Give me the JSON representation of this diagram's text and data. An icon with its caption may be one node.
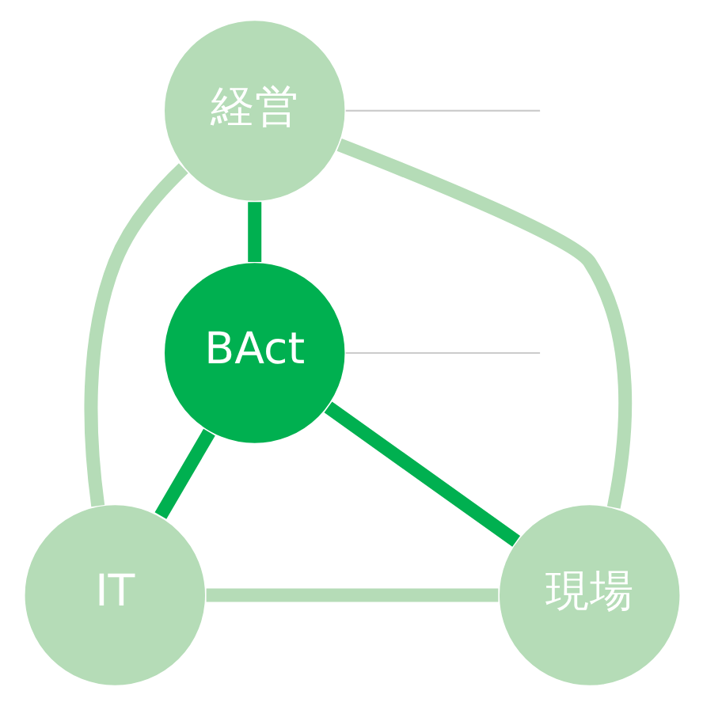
{
  "diagram": {
    "nodes": [
      {
        "text": [
          "経営"
        ]
      },
      {
        "text": [
          "BAct"
        ]
      },
      {
        "text": [
          "IT"
        ]
      },
      {
        "text": [
          "現場"
        ]
      }
    ],
    "edges": [
      {
        "from": 0,
        "to": 1,
        "arrow": "none",
        "color": "#00b050"
      },
      {
        "from": 1,
        "to": 2,
        "arrow": "none",
        "color": "#00b050"
      },
      {
        "from": 1,
        "to": 3,
        "arrow": "none",
        "color": "#00b050"
      },
      {
        "from": 0,
        "to": 2,
        "arrow": "none",
        "color": "#b5dcb7"
      },
      {
        "from": 0,
        "to": 3,
        "arrow": "none",
        "color": "#b5dcb7"
      },
      {
        "from": 2,
        "to": 3,
        "arrow": "none",
        "color": "#b5dcb7"
      },
      {
        "from": 0,
        "to": null,
        "arrow": "none",
        "color": "#cccccc"
      },
      {
        "from": 1,
        "to": null,
        "arrow": "none",
        "color": "#cccccc"
      }
    ]
  }
}
